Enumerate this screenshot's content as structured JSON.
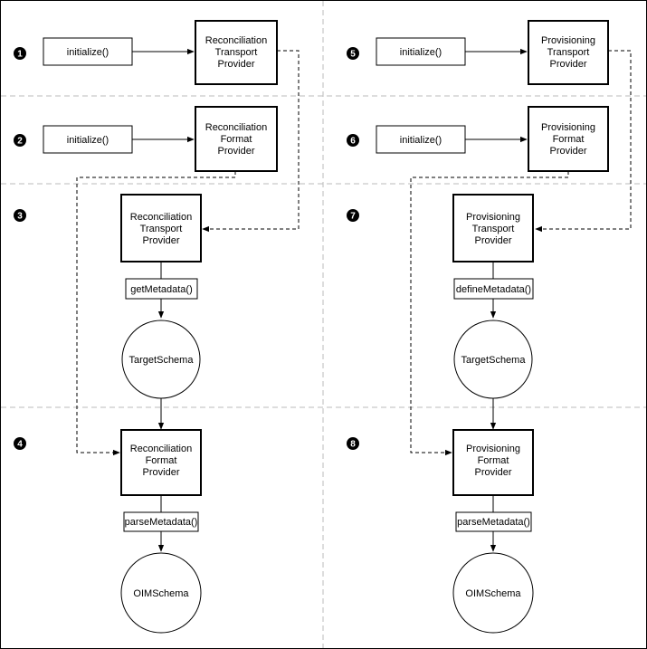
{
  "steps": [
    "1",
    "2",
    "3",
    "4",
    "5",
    "6",
    "7",
    "8"
  ],
  "left": {
    "step1": {
      "action": "initialize()",
      "box": [
        "Reconciliation",
        "Transport",
        "Provider"
      ]
    },
    "step2": {
      "action": "initialize()",
      "box": [
        "Reconciliation",
        "Format",
        "Provider"
      ]
    },
    "step3": {
      "box": [
        "Reconciliation",
        "Transport",
        "Provider"
      ],
      "method": "getMetadata()",
      "output": "TargetSchema"
    },
    "step4": {
      "box": [
        "Reconciliation",
        "Format",
        "Provider"
      ],
      "method": "parseMetadata()",
      "output": "OIMSchema"
    }
  },
  "right": {
    "step5": {
      "action": "initialize()",
      "box": [
        "Provisioning",
        "Transport",
        "Provider"
      ]
    },
    "step6": {
      "action": "initialize()",
      "box": [
        "Provisioning",
        "Format",
        "Provider"
      ]
    },
    "step7": {
      "box": [
        "Provisioning",
        "Transport",
        "Provider"
      ],
      "method": "defineMetadata()",
      "output": "TargetSchema"
    },
    "step8": {
      "box": [
        "Provisioning",
        "Format",
        "Provider"
      ],
      "method": "parseMetadata()",
      "output": "OIMSchema"
    }
  }
}
